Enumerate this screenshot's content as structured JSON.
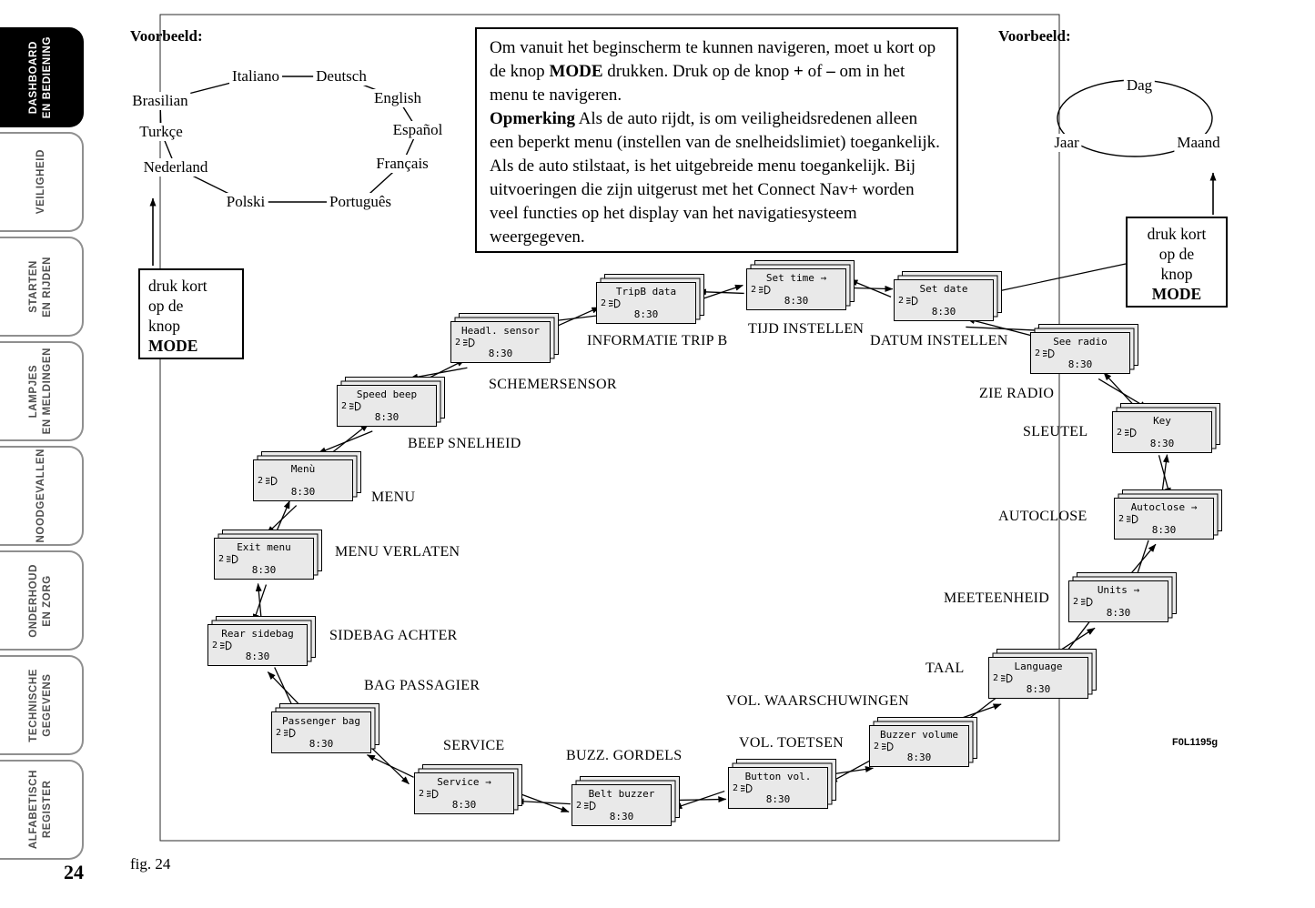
{
  "page": {
    "number": "24",
    "figure_caption": "fig. 24",
    "figure_code": "F0L1195g"
  },
  "icons": {
    "lcd_status_icon": "headlight-icon"
  },
  "sidebar": {
    "tabs": [
      {
        "label": "DASHBOARD\nEN BEDIENING",
        "active": true
      },
      {
        "label": "VEILIGHEID",
        "active": false
      },
      {
        "label": "STARTEN\nEN RIJDEN",
        "active": false
      },
      {
        "label": "LAMPJES\nEN MELDINGEN",
        "active": false
      },
      {
        "label": "NOODGEVALLEN",
        "active": false
      },
      {
        "label": "ONDERHOUD\nEN ZORG",
        "active": false
      },
      {
        "label": "TECHNISCHE\nGEGEVENS",
        "active": false
      },
      {
        "label": "ALFABETISCH\nREGISTER",
        "active": false
      }
    ]
  },
  "examples": {
    "left_title": "Voorbeeld:",
    "right_title": "Voorbeeld:",
    "languages": [
      "Italiano",
      "Deutsch",
      "English",
      "Español",
      "Français",
      "Português",
      "Polski",
      "Nederland",
      "Turkçe",
      "Brasilian"
    ],
    "date_items": [
      "Dag",
      "Jaar",
      "Maand"
    ]
  },
  "info_box": {
    "paragraphs": [
      [
        {
          "t": "Om vanuit het beginscherm te kunnen navigeren, moet u kort op de knop "
        },
        {
          "t": "MODE",
          "b": true
        },
        {
          "t": " drukken. Druk op de knop "
        },
        {
          "t": "+",
          "b": true
        },
        {
          "t": " of "
        },
        {
          "t": "–",
          "b": true
        },
        {
          "t": " om in het menu te navigeren."
        }
      ],
      [
        {
          "t": "Opmerking",
          "b": true
        },
        {
          "t": " Als de auto rijdt, is om veiligheidsredenen alleen een beperkt menu (instellen van de snelheidslimiet) toegankelijk. Als de auto stilstaat, is het uitgebreide menu toegankelijk. Bij uitvoeringen die zijn uitgerust met het Connect Nav+ worden veel functies op het display van het navigatiesysteem weergegeven."
        }
      ]
    ]
  },
  "mode_boxes": {
    "left": [
      {
        "t": "druk kort\nop de\nknop\n"
      },
      {
        "t": "MODE",
        "b": true
      }
    ],
    "right": [
      {
        "t": "druk kort\nop de\nknop\n"
      },
      {
        "t": "MODE",
        "b": true
      }
    ]
  },
  "screens": [
    {
      "label": "Menù",
      "time": "8:30",
      "caption": "MENU"
    },
    {
      "label": "Speed beep",
      "time": "8:30",
      "caption": "BEEP SNELHEID"
    },
    {
      "label": "Headl. sensor",
      "time": "8:30",
      "caption": "SCHEMERSENSOR"
    },
    {
      "label": "TripB data",
      "time": "8:30",
      "caption": "INFORMATIE TRIP B"
    },
    {
      "label": "Set time →",
      "time": "8:30",
      "caption": "TIJD INSTELLEN"
    },
    {
      "label": "Set date",
      "time": "8:30",
      "caption": "DATUM INSTELLEN"
    },
    {
      "label": "See radio",
      "time": "8:30",
      "caption": "ZIE RADIO"
    },
    {
      "label": "Key",
      "time": "8:30",
      "caption": "SLEUTEL"
    },
    {
      "label": "Autoclose →",
      "time": "8:30",
      "caption": "AUTOCLOSE"
    },
    {
      "label": "Units →",
      "time": "8:30",
      "caption": "MEETEENHEID"
    },
    {
      "label": "Language",
      "time": "8:30",
      "caption": "TAAL"
    },
    {
      "label": "Buzzer volume",
      "time": "8:30",
      "caption": "VOL. WAARSCHUWINGEN"
    },
    {
      "label": "Button vol.",
      "time": "8:30",
      "caption": "VOL. TOETSEN"
    },
    {
      "label": "Belt buzzer",
      "time": "8:30",
      "caption": "BUZZ. GORDELS"
    },
    {
      "label": "Service →",
      "time": "8:30",
      "caption": "SERVICE"
    },
    {
      "label": "Passenger bag",
      "time": "8:30",
      "caption": "BAG PASSAGIER"
    },
    {
      "label": "Rear sidebag",
      "time": "8:30",
      "caption": "SIDEBAG ACHTER"
    },
    {
      "label": "Exit menu",
      "time": "8:30",
      "caption": "MENU VERLATEN"
    }
  ]
}
